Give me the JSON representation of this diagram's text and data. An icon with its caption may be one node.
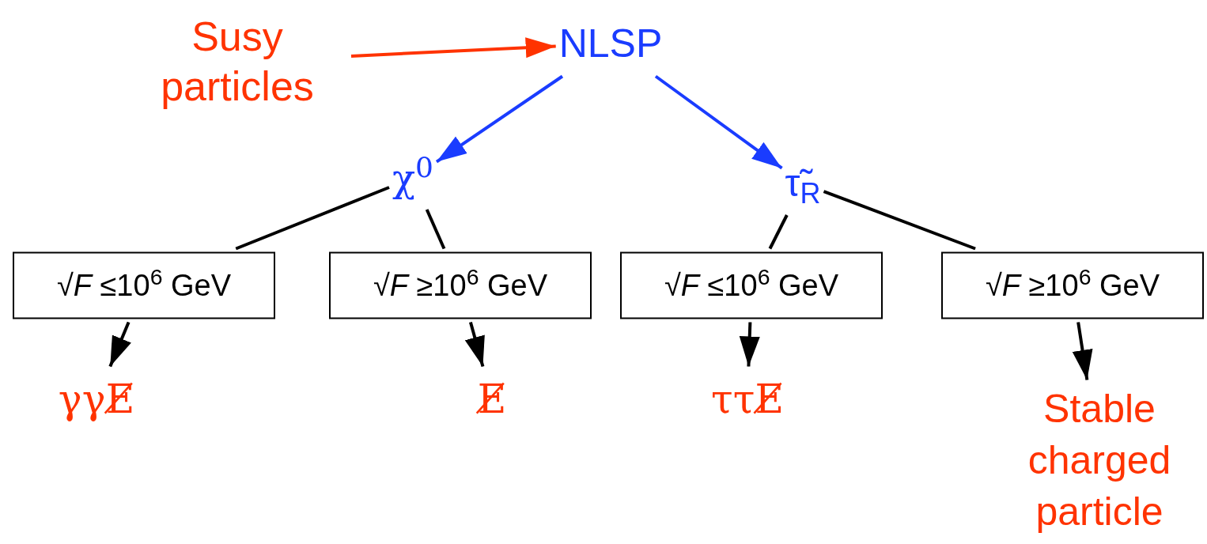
{
  "diagram": {
    "nodes": [
      {
        "text": [
          "Susy particles"
        ]
      },
      {
        "text": [
          "NLSP"
        ]
      },
      {
        "text": [
          "χ$^{0}$"
        ]
      },
      {
        "text": [
          "τ̃$_{R}$"
        ]
      },
      {
        "text": [
          "√*F* ≤10$^{6}$ GeV"
        ]
      },
      {
        "text": [
          "√*F* ≥10$^{6}$ GeV"
        ]
      },
      {
        "text": [
          "√*F* ≤10$^{6}$ GeV"
        ]
      },
      {
        "text": [
          "√*F* ≥10$^{6}$ GeV"
        ]
      },
      {
        "text": [
          "γγE̸"
        ]
      },
      {
        "text": [
          "E̸"
        ]
      },
      {
        "text": [
          "ττE̸"
        ]
      },
      {
        "text": [
          "Stable charged particle"
        ]
      }
    ],
    "edges": [
      {
        "from": 0,
        "to": 1,
        "arrow": "to",
        "color": "#ff3300"
      },
      {
        "from": 1,
        "to": 2,
        "arrow": "to",
        "color": "#1a3cff"
      },
      {
        "from": 1,
        "to": 3,
        "arrow": "to",
        "color": "#1a3cff"
      },
      {
        "from": 2,
        "to": 4,
        "arrow": "none"
      },
      {
        "from": 2,
        "to": 5,
        "arrow": "none"
      },
      {
        "from": 3,
        "to": 6,
        "arrow": "none"
      },
      {
        "from": 3,
        "to": 7,
        "arrow": "none"
      },
      {
        "from": 4,
        "to": 8,
        "arrow": "to"
      },
      {
        "from": 5,
        "to": 9,
        "arrow": "to"
      },
      {
        "from": 6,
        "to": 10,
        "arrow": "to"
      },
      {
        "from": 7,
        "to": 11,
        "arrow": "to"
      }
    ]
  }
}
